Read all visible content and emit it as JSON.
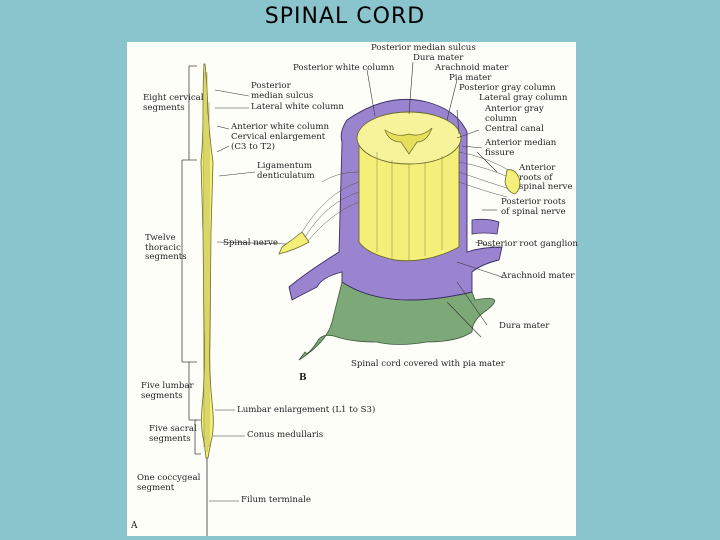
{
  "slide": {
    "title": "SPINAL CORD"
  },
  "colors": {
    "background": "#8ac4cc",
    "cord_yellow": "#f4ef79",
    "dura_purple": "#9a84cf",
    "arachnoid_green": "#7da878",
    "ink": "#222222"
  },
  "figure": {
    "panel_a_letter": "A",
    "panel_b_letter": "B",
    "segments": [
      [
        "Eight cervical",
        "segments"
      ],
      [
        "Twelve",
        "thoracic",
        "segments"
      ],
      [
        "Five lumbar",
        "segments"
      ],
      [
        "Five sacral",
        "segments"
      ],
      [
        "One coccygeal",
        "segment"
      ]
    ],
    "labels_a": {
      "posterior_median_sulcus": [
        "Posterior",
        "median sulcus"
      ],
      "lateral_white_column": "Lateral white column",
      "anterior_white_column": "Anterior white column",
      "cervical_enlargement": [
        "Cervical enlargement",
        "(C3 to T2)"
      ],
      "ligamentum_denticulatum": [
        "Ligamentum",
        "denticulatum"
      ],
      "spinal_nerve": "Spinal nerve",
      "lumbar_enlargement": "Lumbar enlargement (L1 to S3)",
      "conus_medullaris": "Conus medullaris",
      "filum_terminale": "Filum terminale"
    },
    "labels_b": {
      "posterior_median_sulcus": "Posterior median sulcus",
      "dura_mater_top": "Dura mater",
      "posterior_white_column": "Posterior white column",
      "arachnoid_mater_top": "Arachnoid mater",
      "pia_mater": "Pia mater",
      "posterior_gray_column": "Posterior gray column",
      "lateral_gray_column": "Lateral gray column",
      "anterior_gray_column": [
        "Anterior gray",
        "column"
      ],
      "central_canal": "Central canal",
      "anterior_median_fissure": [
        "Anterior median",
        "fissure"
      ],
      "anterior_roots": [
        "Anterior",
        "roots of",
        "spinal nerve"
      ],
      "posterior_roots": [
        "Posterior roots",
        "of spinal nerve"
      ],
      "posterior_root_ganglion": "Posterior root ganglion",
      "arachnoid_mater": "Arachnoid mater",
      "dura_mater": "Dura mater",
      "spinal_cord_covered": "Spinal cord covered with pia mater"
    }
  }
}
